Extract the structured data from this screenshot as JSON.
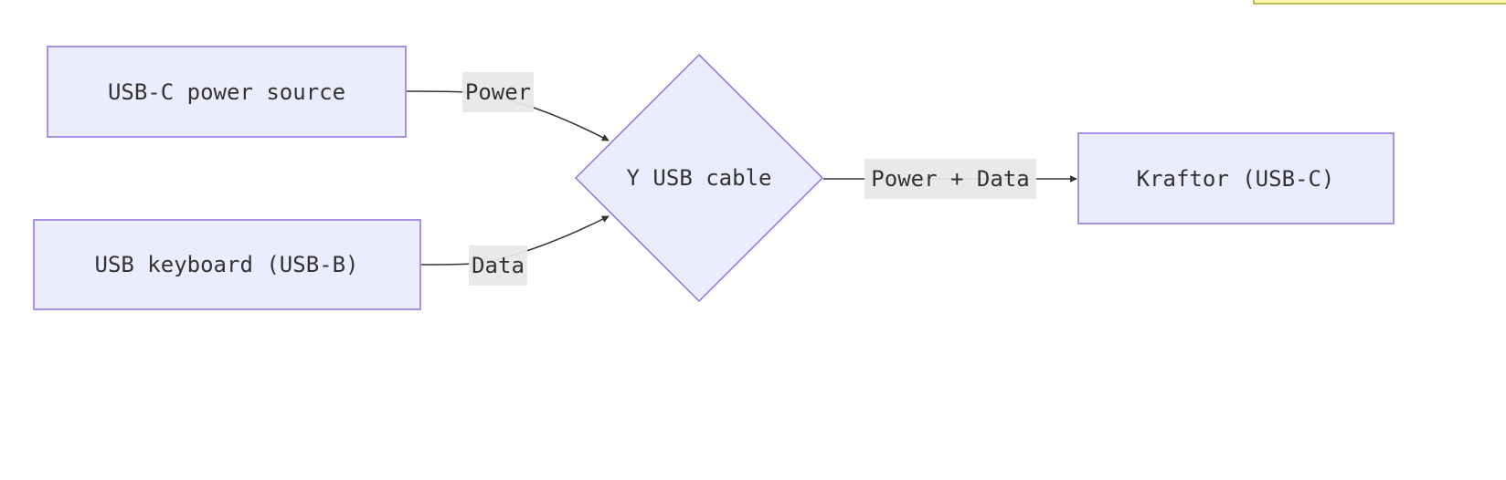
{
  "diagram": {
    "type": "flowchart",
    "direction": "LR",
    "colors": {
      "node_fill": "#ECECFF",
      "node_stroke": "#9370DB",
      "edge": "#333333",
      "label_bg": "#e8e8e8",
      "text": "#333333",
      "note_fill": "#fff5ad",
      "note_stroke": "#aaaa33"
    },
    "nodes": [
      {
        "id": "src",
        "label": "USB-C power source",
        "shape": "rect"
      },
      {
        "id": "kbd",
        "label": "USB keyboard (USB-B)",
        "shape": "rect"
      },
      {
        "id": "ycable",
        "label": "Y USB cable",
        "shape": "diamond"
      },
      {
        "id": "kraftor",
        "label": "Kraftor (USB-C)",
        "shape": "rect"
      }
    ],
    "edges": [
      {
        "from": "src",
        "to": "ycable",
        "label": "Power"
      },
      {
        "from": "kbd",
        "to": "ycable",
        "label": "Data"
      },
      {
        "from": "ycable",
        "to": "kraftor",
        "label": "Power + Data"
      }
    ]
  }
}
